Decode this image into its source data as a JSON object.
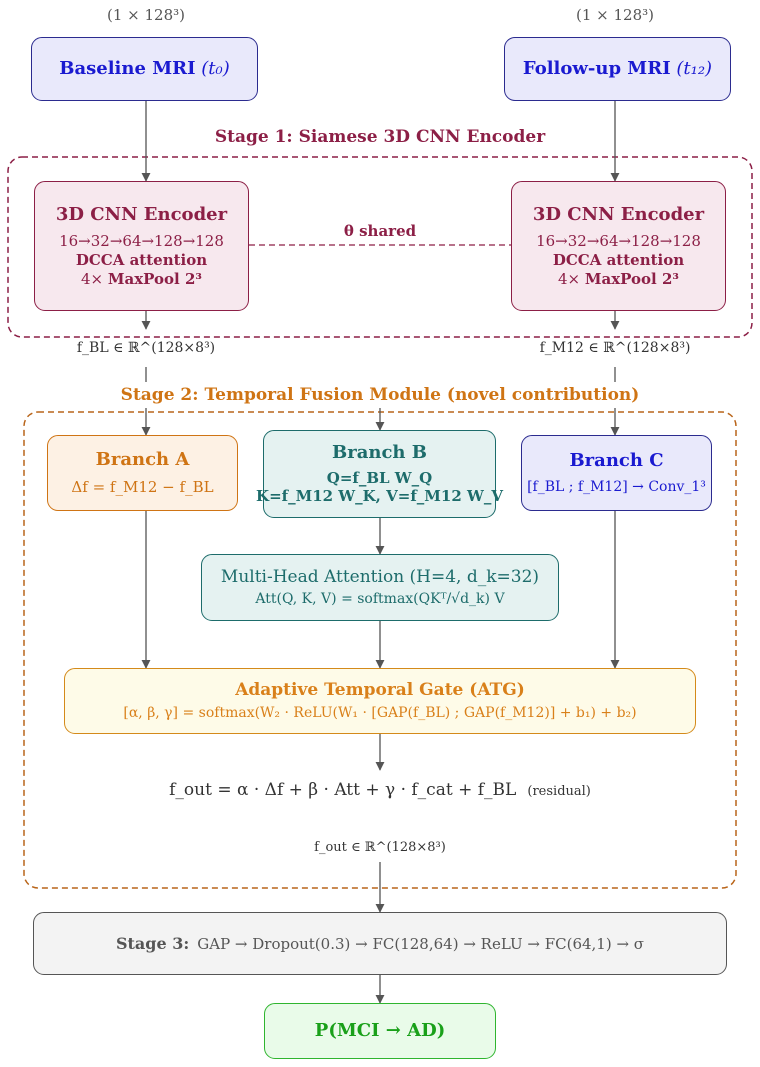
{
  "inputs": {
    "baseline": {
      "dim": "(1 × 128³)",
      "name": "Baseline MRI",
      "time": "(t₀)"
    },
    "followup": {
      "dim": "(1 × 128³)",
      "name": "Follow-up MRI",
      "time": "(t₁₂)"
    }
  },
  "stage1": {
    "title": "Stage 1: Siamese 3D CNN Encoder",
    "encoder_title": "3D CNN Encoder",
    "channels": "16→32→64→128→128",
    "attention": "DCCA attention",
    "pool_prefix": "4×",
    "pool": "MaxPool 2³",
    "shared_label": "θ shared",
    "feature_bl": "f_BL ∈ ℝ^(128×8³)",
    "feature_m12": "f_M12 ∈ ℝ^(128×8³)"
  },
  "stage2": {
    "title": "Stage 2: Temporal Fusion Module (novel contribution)",
    "branch_a": {
      "title": "Branch A",
      "formula": "Δf = f_M12 − f_BL"
    },
    "branch_b": {
      "title": "Branch B",
      "line1": "Q=f_BL W_Q",
      "line2": "K=f_M12 W_K,  V=f_M12 W_V"
    },
    "branch_c": {
      "title": "Branch C",
      "formula": "[f_BL ; f_M12] → Conv_1³"
    },
    "mha": {
      "title": "Multi-Head Attention (H=4, d_k=32)",
      "formula": "Att(Q, K, V) = softmax(QKᵀ/√d_k) V"
    },
    "atg": {
      "title": "Adaptive Temporal Gate (ATG)",
      "formula": "[α, β, γ] = softmax(W₂ · ReLU(W₁ · [GAP(f_BL) ; GAP(f_M12)] + b₁) + b₂)"
    },
    "output_formula": "f_out = α · Δf + β · Att + γ · f_cat + f_BL",
    "residual_note": "(residual)",
    "output_feature": "f_out ∈ ℝ^(128×8³)"
  },
  "stage3": {
    "label": "Stage 3:",
    "pipeline": "GAP → Dropout(0.3) → FC(128,64) → ReLU → FC(64,1) → σ"
  },
  "output": {
    "text": "P(MCI → AD)"
  },
  "colors": {
    "blue": "#1a1ad0",
    "crimson": "#8c1f46",
    "orange": "#cf7414",
    "teal": "#1d6c6b",
    "gold": "#d9801a",
    "gray": "#555555",
    "green": "#1aa01a"
  }
}
